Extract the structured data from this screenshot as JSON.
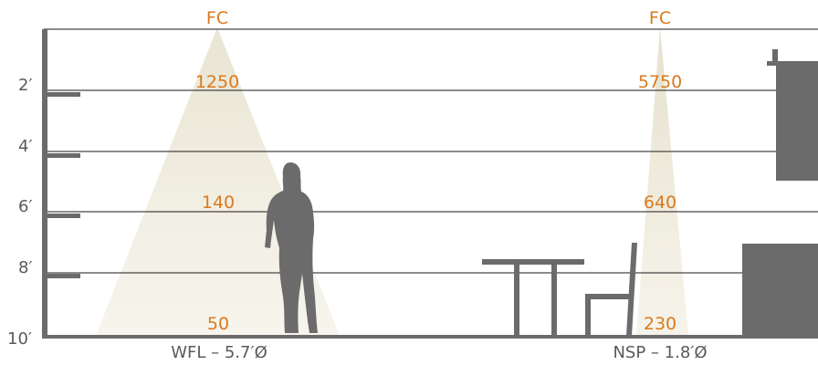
{
  "colors": {
    "accent": "#d97a1e",
    "structure": "#6b6b6b",
    "grid_line": "#1a1a1a",
    "beam": "#efece2",
    "label": "#5a5a5a"
  },
  "height_scale": [
    "2′",
    "4′",
    "6′",
    "8′",
    "10′"
  ],
  "fixtures": [
    {
      "header": "FC",
      "readings": [
        "1250",
        "140",
        "50"
      ],
      "beam_label": "WFL – 5.7′Ø"
    },
    {
      "header": "FC",
      "readings": [
        "5750",
        "640",
        "230"
      ],
      "beam_label": "NSP – 1.8′Ø"
    }
  ]
}
